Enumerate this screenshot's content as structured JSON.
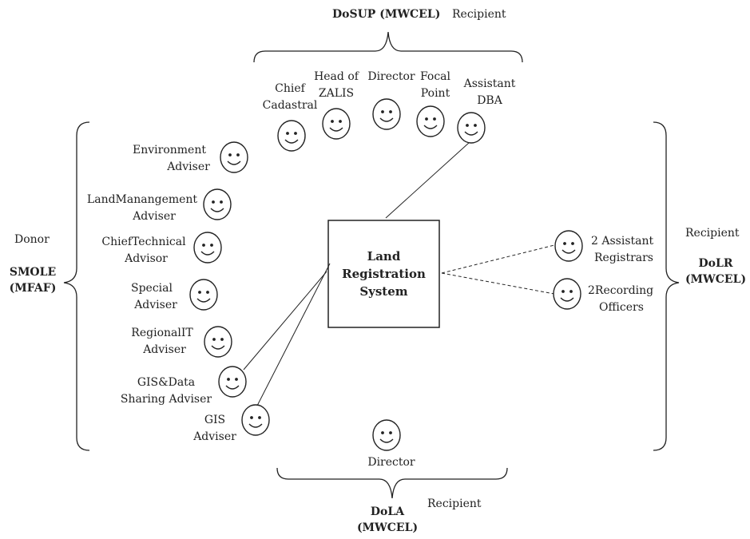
{
  "center": {
    "line1": "Land",
    "line2": "Registration",
    "line3": "System"
  },
  "groups": {
    "dosup": {
      "name": "DoSUP (MWCEL)",
      "role": "Recipient",
      "people": [
        {
          "lines": [
            "Chief",
            "Cadastral"
          ]
        },
        {
          "lines": [
            "Head of",
            "ZALIS"
          ]
        },
        {
          "lines": [
            "Director"
          ]
        },
        {
          "lines": [
            "Focal",
            "Point"
          ]
        },
        {
          "lines": [
            "Assistant",
            "DBA"
          ]
        }
      ]
    },
    "smole": {
      "role": "Donor",
      "name_line1": "SMOLE",
      "name_line2": "(MFAF)",
      "people": [
        {
          "lines": [
            "Environment",
            "Adviser"
          ]
        },
        {
          "lines": [
            "LandManangement",
            "Adviser"
          ]
        },
        {
          "lines": [
            "ChiefTechnical",
            "Advisor"
          ]
        },
        {
          "lines": [
            "Special",
            "Adviser"
          ]
        },
        {
          "lines": [
            "RegionalIT",
            "Adviser"
          ]
        },
        {
          "lines": [
            "GIS&Data",
            "Sharing Adviser"
          ]
        },
        {
          "lines": [
            "GIS",
            "Adviser"
          ]
        }
      ]
    },
    "dolr": {
      "role": "Recipient",
      "name_line1": "DoLR",
      "name_line2": "(MWCEL)",
      "people": [
        {
          "lines": [
            "2 Assistant",
            "Registrars"
          ]
        },
        {
          "lines": [
            "2Recording",
            "Officers"
          ]
        }
      ]
    },
    "dola": {
      "role": "Recipient",
      "name_line1": "DoLA",
      "name_line2": "(MWCEL)",
      "people": [
        {
          "lines": [
            "Director"
          ]
        }
      ]
    }
  },
  "icons": {
    "person": "smiley-face-icon"
  },
  "colors": {
    "ink": "#222222",
    "face_fill": "#ffffff"
  }
}
